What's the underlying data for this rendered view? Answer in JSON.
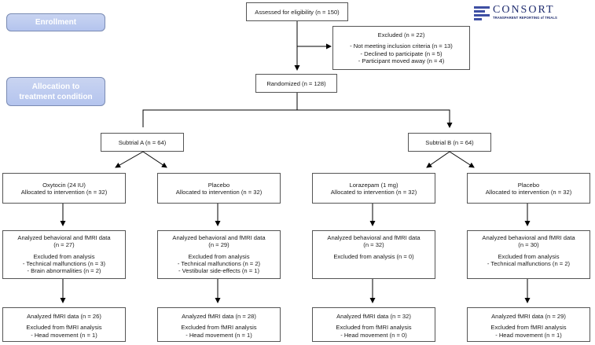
{
  "labels": {
    "enrollment": "Enrollment",
    "allocation_line1": "Allocation to",
    "allocation_line2": "treatment condition"
  },
  "logo": {
    "word": "CONSORT",
    "tagline": "TRANSPARENT REPORTING of TRIALS",
    "accent": "#3e4fa3"
  },
  "top": {
    "assessed": "Assessed for eligibility (n = 150)",
    "excluded": {
      "title": "Excluded  (n = 22)",
      "items": [
        "- Not meeting inclusion criteria (n = 13)",
        "- Declined to participate (n = 5)",
        "- Participant moved away  (n = 4)"
      ]
    },
    "randomized": "Randomized (n = 128)"
  },
  "subtrials": {
    "a": "Subtrial A (n = 64)",
    "b": "Subtrial B (n = 64)"
  },
  "arms": [
    {
      "allocation": [
        "Oxytocin (24 IU)",
        "Allocated to intervention (n = 32)"
      ],
      "analysis_1": [
        "Analyzed behavioral and fMRI data",
        "(n = 27)"
      ],
      "exclusion_1": [
        "Excluded from analysis",
        "- Technical malfunctions (n = 3)",
        "- Brain abnormalities (n = 2)"
      ],
      "analysis_2": "Analyzed fMRI data (n = 26)",
      "exclusion_2": [
        "Excluded from fMRI analysis",
        "- Head movement (n = 1)"
      ]
    },
    {
      "allocation": [
        "Placebo",
        "Allocated to intervention (n = 32)"
      ],
      "analysis_1": [
        "Analyzed behavioral and fMRI data",
        "(n = 29)"
      ],
      "exclusion_1": [
        "Excluded from analysis",
        "- Technical malfunctions (n = 2)",
        "- Vestibular side-effects  (n = 1)"
      ],
      "analysis_2": "Analyzed fMRI data (n = 28)",
      "exclusion_2": [
        "Excluded from fMRI analysis",
        "- Head movement (n = 1)"
      ]
    },
    {
      "allocation": [
        "Lorazepam (1 mg)",
        "Allocated to intervention (n = 32)"
      ],
      "analysis_1": [
        "Analyzed behavioral and fMRI data",
        "(n = 32)"
      ],
      "exclusion_1": [
        "Excluded from analysis (n = 0)"
      ],
      "analysis_2": "Analyzed fMRI data (n = 32)",
      "exclusion_2": [
        "Excluded from fMRI analysis",
        "- Head movement (n = 0)"
      ]
    },
    {
      "allocation": [
        "Placebo",
        "Allocated to intervention (n = 32)"
      ],
      "analysis_1": [
        "Analyzed behavioral and fMRI data",
        "(n = 30)"
      ],
      "exclusion_1": [
        "Excluded from analysis",
        "- Technical malfunctions (n = 2)"
      ],
      "analysis_2": "Analyzed fMRI data (n = 29)",
      "exclusion_2": [
        "Excluded from fMRI analysis",
        "- Head movement (n = 1)"
      ]
    }
  ]
}
